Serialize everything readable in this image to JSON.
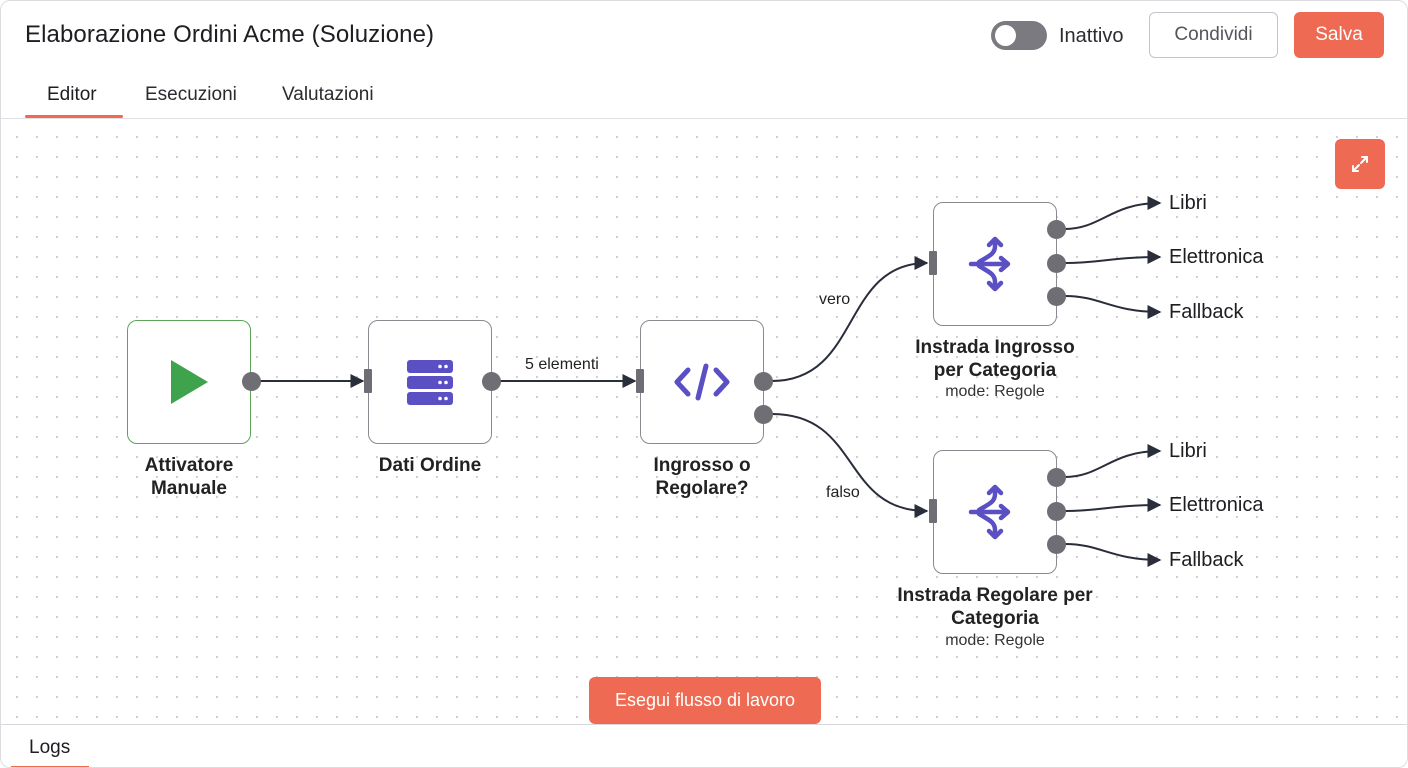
{
  "header": {
    "title": "Elaborazione Ordini Acme (Soluzione)",
    "toggle_label": "Inattivo",
    "share_label": "Condividi",
    "save_label": "Salva"
  },
  "tabs": [
    {
      "label": "Editor",
      "active": true
    },
    {
      "label": "Esecuzioni",
      "active": false
    },
    {
      "label": "Valutazioni",
      "active": false
    }
  ],
  "nodes": {
    "trigger": {
      "label_line1": "Attivatore",
      "label_line2": "Manuale",
      "icon": "play-icon"
    },
    "order_data": {
      "label": "Dati Ordine",
      "icon": "server-stack-icon"
    },
    "wholesale_check": {
      "label_line1": "Ingrosso o",
      "label_line2": "Regolare?",
      "icon": "code-icon"
    },
    "route_wholesale": {
      "label_line1": "Instrada Ingrosso",
      "label_line2": "per Categoria",
      "subtitle": "mode: Regole",
      "icon": "switch-icon"
    },
    "route_regular": {
      "label_line1": "Instrada Regolare per",
      "label_line2": "Categoria",
      "subtitle": "mode: Regole",
      "icon": "switch-icon"
    }
  },
  "edges": {
    "items_label": "5 elementi",
    "true_label": "vero",
    "false_label": "falso"
  },
  "outputs": {
    "wholesale": [
      "Libri",
      "Elettronica",
      "Fallback"
    ],
    "regular": [
      "Libri",
      "Elettronica",
      "Fallback"
    ]
  },
  "run_button_label": "Esegui flusso di lavoro",
  "logs_label": "Logs",
  "colors": {
    "accent": "#ee6a52",
    "node_icon": "#5b4fc4",
    "trigger_green": "#3fa34d"
  }
}
